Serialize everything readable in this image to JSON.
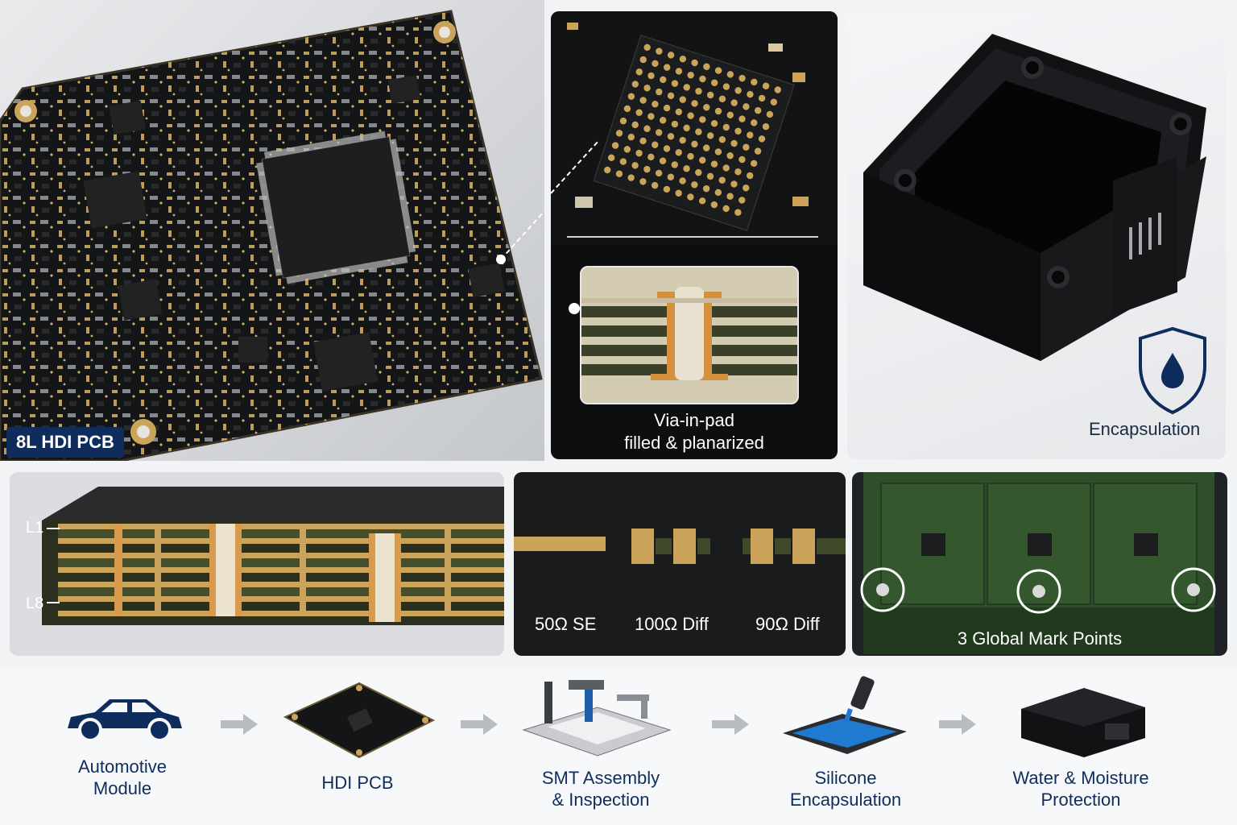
{
  "main_pcb": {
    "badge": "8L HDI PCB"
  },
  "via_panel": {
    "caption_line1": "Via-in-pad",
    "caption_line2": "filled & planarized"
  },
  "encap_panel": {
    "caption": "Encapsulation"
  },
  "stackup_panel": {
    "top_layer": "L1",
    "bottom_layer": "L8"
  },
  "impedance_panel": {
    "labels": [
      "50Ω SE",
      "100Ω Diff",
      "90Ω Diff"
    ]
  },
  "mark_panel": {
    "caption": "3 Global Mark Points"
  },
  "flow": {
    "steps": [
      {
        "line1": "Automotive",
        "line2": "Module"
      },
      {
        "line1": "HDI PCB",
        "line2": ""
      },
      {
        "line1": "SMT Assembly",
        "line2": "& Inspection"
      },
      {
        "line1": "Silicone",
        "line2": "Encapsulation"
      },
      {
        "line1": "Water & Moisture",
        "line2": "Protection"
      }
    ]
  },
  "colors": {
    "navy": "#0f2d5c",
    "gold": "#c9a45a",
    "board": "#121314",
    "green": "#2f4f2a"
  }
}
